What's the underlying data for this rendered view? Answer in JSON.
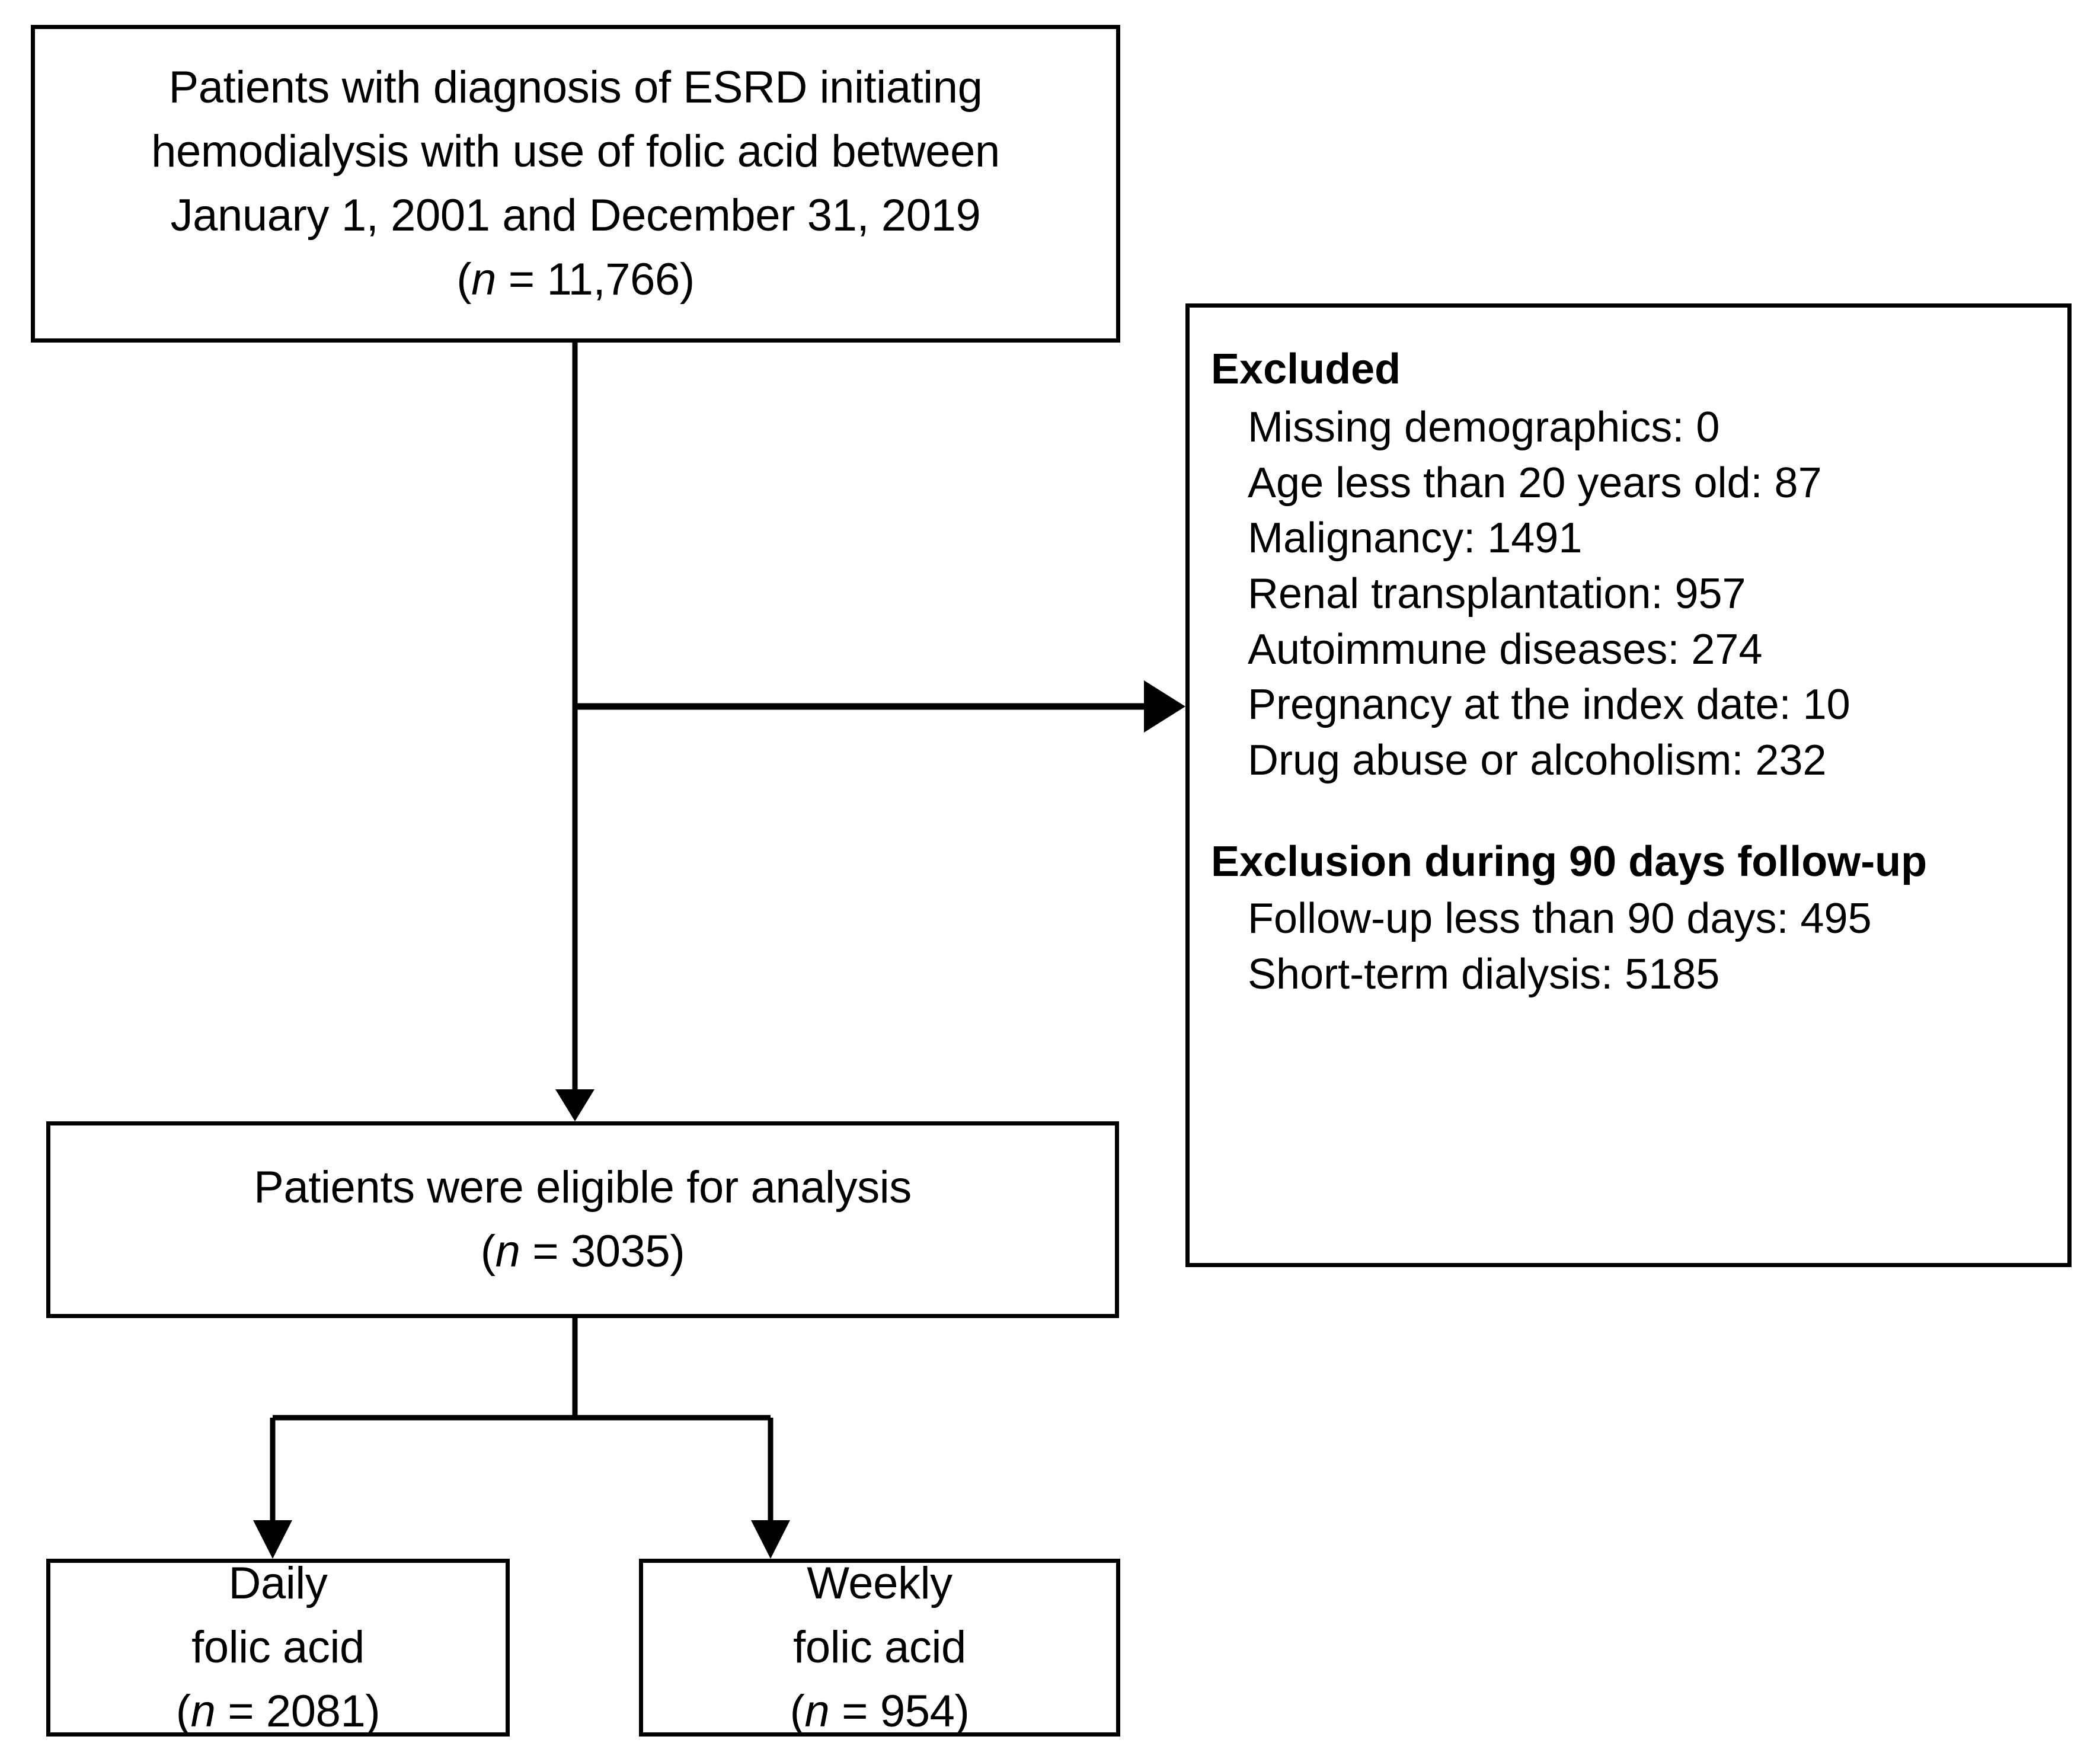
{
  "diagram": {
    "type": "participant-flow-diagram",
    "title": "Study cohort selection flow chart"
  },
  "nodes": {
    "cohort": {
      "id": "cohort-box",
      "lines": [
        "Patients with diagnosis of ESRD initiating",
        "hemodialysis with use of folic acid between",
        "January 1, 2001 and December 31, 2019"
      ],
      "n_prefix": "(",
      "n_symbol": "n",
      "n_eq": " = ",
      "n_value": "11,766",
      "n_suffix": ")"
    },
    "eligible": {
      "id": "eligible-box",
      "lines": [
        "Patients were eligible for analysis"
      ],
      "n_prefix": "(",
      "n_symbol": "n",
      "n_eq": " = ",
      "n_value": "3035",
      "n_suffix": ")"
    },
    "daily": {
      "id": "daily-box",
      "lines": [
        "Daily",
        "folic acid"
      ],
      "n_prefix": "(",
      "n_symbol": "n",
      "n_eq": " = ",
      "n_value": "2081",
      "n_suffix": ")"
    },
    "weekly": {
      "id": "weekly-box",
      "lines": [
        "Weekly",
        "folic acid"
      ],
      "n_prefix": "(",
      "n_symbol": "n",
      "n_eq": " = ",
      "n_value": "954",
      "n_suffix": ")"
    },
    "excluded": {
      "id": "excluded-box",
      "heading": "Excluded",
      "items": [
        "Missing demographics: 0",
        "Age less than 20 years old: 87",
        "Malignancy: 1491",
        "Renal transplantation: 957",
        "Autoimmune diseases: 274",
        "Pregnancy at the index date: 10",
        "Drug abuse or alcoholism: 232"
      ],
      "heading2": "Exclusion during 90 days follow-up",
      "items2": [
        "Follow-up less than 90 days: 495",
        "Short-term dialysis: 5185"
      ]
    }
  },
  "colors": {
    "stroke": "#000000",
    "fill": "#ffffff",
    "text": "#000000"
  },
  "counts": {
    "initial": 11766,
    "eligible": 3035,
    "daily": 2081,
    "weekly": 954,
    "excluded_missing_demographics": 0,
    "excluded_age_lt_20": 87,
    "excluded_malignancy": 1491,
    "excluded_renal_transplantation": 957,
    "excluded_autoimmune": 274,
    "excluded_pregnancy": 10,
    "excluded_drug_alcohol": 232,
    "excluded_followup_lt_90_days": 495,
    "excluded_short_term_dialysis": 5185
  }
}
